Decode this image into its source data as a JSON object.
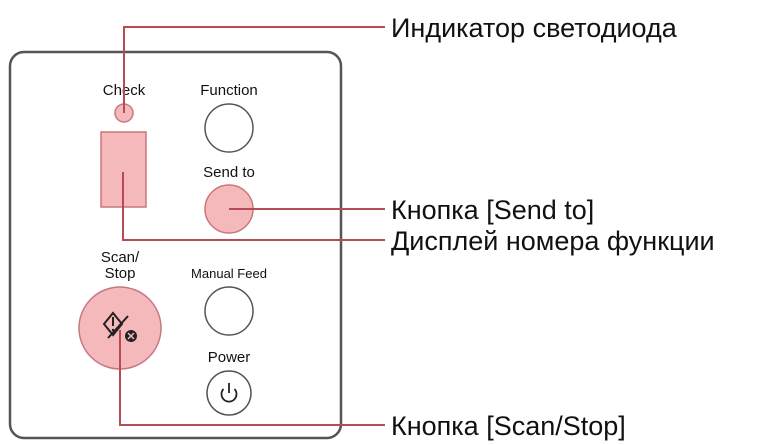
{
  "panel": {
    "check_label": "Check",
    "function_label": "Function",
    "send_to_label": "Send to",
    "scan_stop_label_line1": "Scan/",
    "scan_stop_label_line2": "Stop",
    "manual_feed_label": "Manual Feed",
    "power_label": "Power"
  },
  "callouts": {
    "led_indicator": "Индикатор светодиода",
    "send_to_button": "Кнопка [Send to]",
    "function_number_display": "Дисплей номера функции",
    "scan_stop_button": "Кнопка [Scan/Stop]"
  },
  "icons": {
    "scan_stop": "scan-stop-icon",
    "power": "power-icon"
  },
  "colors": {
    "highlight_fill": "#f6b9bb",
    "highlight_stroke": "#c9777b",
    "leader_line": "#b84a56",
    "panel_border": "#555555"
  }
}
